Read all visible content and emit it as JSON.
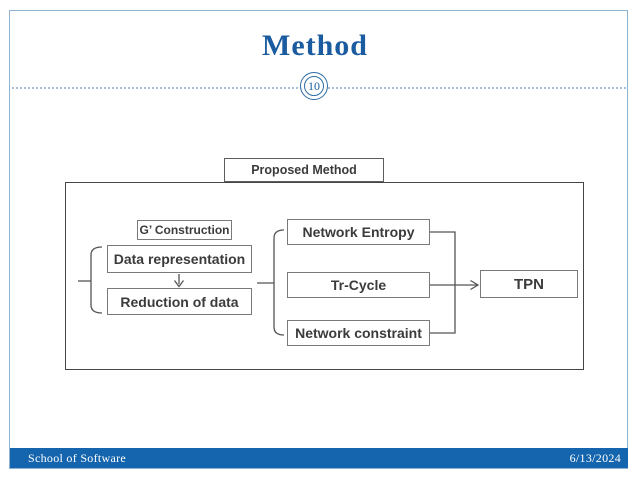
{
  "slide": {
    "title": "Method",
    "page_number": "10",
    "footer": {
      "left": "School of Software",
      "right": "6/13/2024"
    }
  },
  "diagram": {
    "root_label": "Proposed Method",
    "left_group": {
      "header": "G’ Construction",
      "boxes": [
        "Data representation",
        "Reduction of data"
      ]
    },
    "right_group": {
      "boxes": [
        "Network Entropy",
        "Tr-Cycle",
        "Network constraint"
      ]
    },
    "output_label": "TPN"
  },
  "colors": {
    "title_blue": "#1A5C9F",
    "ring_blue": "#2E6DA4",
    "frame_blue": "#8FB3D3",
    "dot_blue": "#A3BFDA",
    "footer_blue": "#1565AE",
    "outer_gray": "#454545",
    "box_gray": "#7a7a7a",
    "line_gray": "#555555",
    "diagram_text": "#3b3b3b"
  }
}
